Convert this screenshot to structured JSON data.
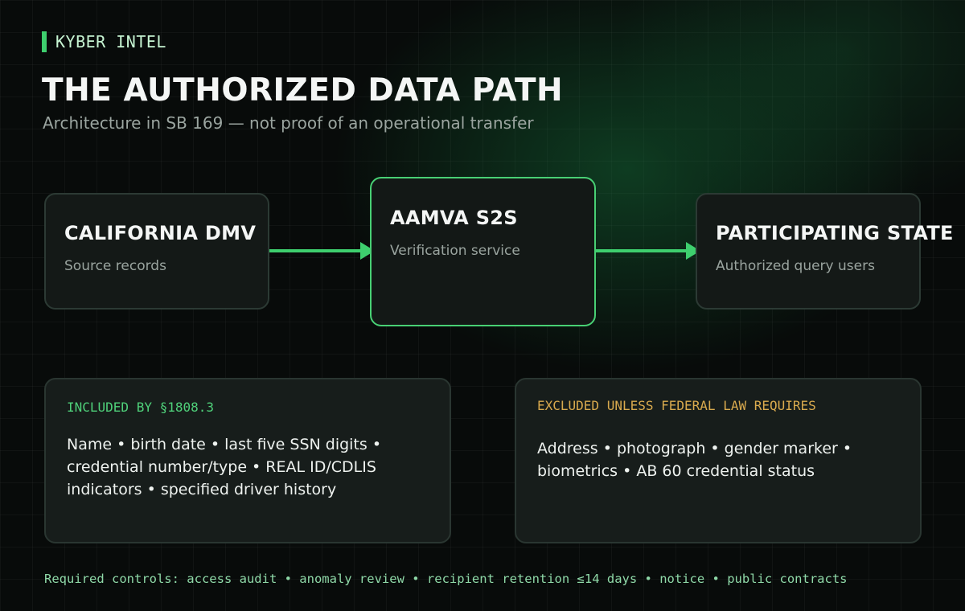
{
  "brand": {
    "name": "KYBER INTEL"
  },
  "header": {
    "title": "THE AUTHORIZED DATA PATH",
    "subtitle": "Architecture in SB 169 — not proof of an operational transfer"
  },
  "flow": {
    "nodes": [
      {
        "title": "CALIFORNIA DMV",
        "subtitle": "Source records"
      },
      {
        "title": "AAMVA S2S",
        "subtitle": "Verification service"
      },
      {
        "title": "PARTICIPATING STATE",
        "subtitle": "Authorized query users"
      }
    ],
    "arrow_color": "#3ecf6e",
    "highlight_color": "#48d074"
  },
  "panels": {
    "included": {
      "heading": "INCLUDED BY §1808.3",
      "body": "Name • birth date • last five SSN digits • credential number/type • REAL ID/CDLIS indicators • specified driver history",
      "accent": "#4fd17a"
    },
    "excluded": {
      "heading": "EXCLUDED UNLESS FEDERAL LAW REQUIRES",
      "body": "Address • photograph • gender marker • biometrics • AB 60 credential status",
      "accent": "#d9aa4e"
    }
  },
  "footer": {
    "text": "Required controls: access audit • anomaly review • recipient retention ≤14 days • notice • public contracts"
  }
}
